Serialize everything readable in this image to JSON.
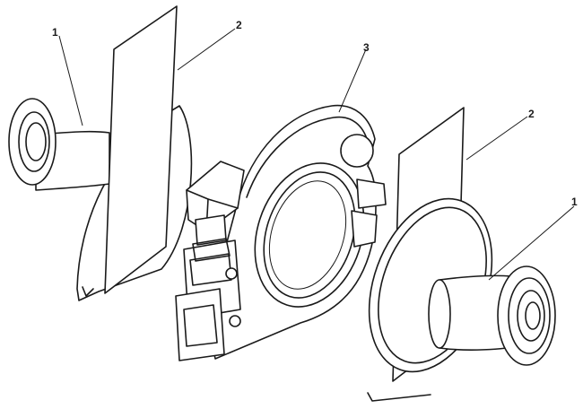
{
  "labels": {
    "left_flange": "1",
    "left_gasket": "2",
    "clamp": "3",
    "right_gasket": "2",
    "right_flange": "1"
  }
}
